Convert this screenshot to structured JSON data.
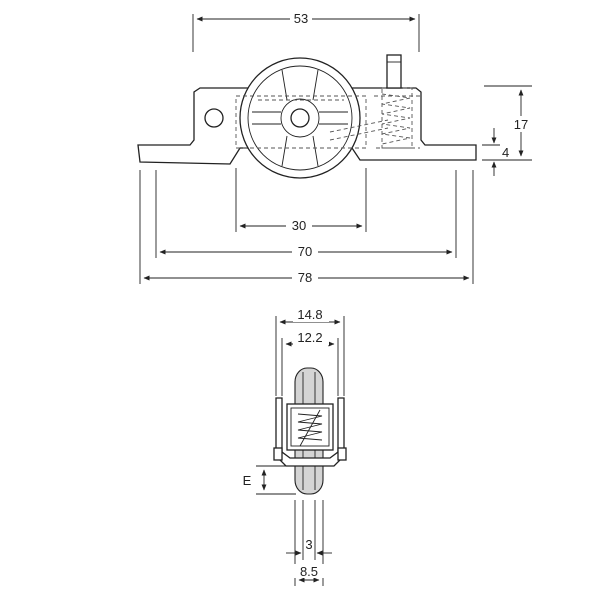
{
  "dimensions": {
    "top_width": "53",
    "height_total": "17",
    "base_thickness": "4",
    "inner_span": "30",
    "hole_span": "70",
    "overall_length": "78",
    "outer_width": "14.8",
    "inner_width": "12.2",
    "e_label": "E",
    "wheel_width": "3",
    "bottom_width": "8.5"
  },
  "colors": {
    "line": "#222222",
    "fill": "#ffffff",
    "shade": "#e9e9e9"
  }
}
